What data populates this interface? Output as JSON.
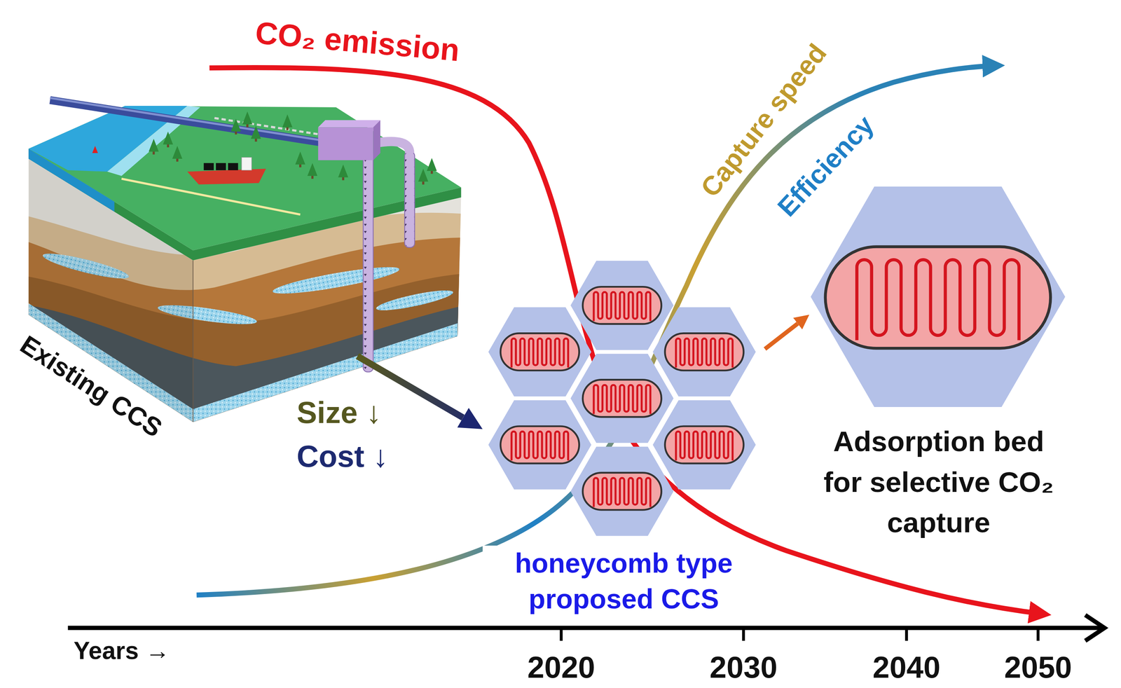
{
  "diagram": {
    "nodes": [
      {
        "text": [
          "Existing CCS"
        ]
      },
      {
        "text": [
          "honeycomb type proposed CCS"
        ]
      },
      {
        "text": [
          "Adsorption bed for selective CO₂ capture"
        ]
      }
    ],
    "edges": [
      {
        "from": 0,
        "to": 1,
        "arrow": "to"
      },
      {
        "from": 1,
        "to": 2,
        "arrow": "to"
      }
    ],
    "labels": [
      "CO₂ emission",
      "Capture speed",
      "Efficiency",
      "Size ↓",
      "Cost ↓",
      "Years →",
      "2020",
      "2030",
      "2040",
      "2050"
    ]
  }
}
